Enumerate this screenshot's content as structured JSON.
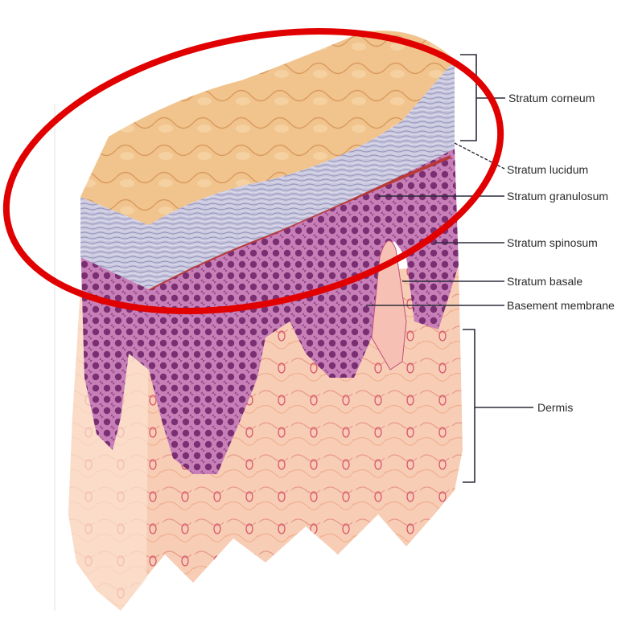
{
  "labels": {
    "stratum_corneum": "Stratum corneum",
    "stratum_lucidum": "Stratum lucidum",
    "stratum_granulosum": "Stratum granulosum",
    "stratum_spinosum": "Stratum spinosum",
    "stratum_basale": "Stratum basale",
    "basement_membrane": "Basement membrane",
    "dermis": "Dermis"
  },
  "colors": {
    "highlight_ellipse": "#e00000",
    "corneum_surface": "#f2c48a",
    "corneum_layers": "#b8b8d8",
    "epidermis_cells": "#8a3f7f",
    "dermis_tissue": "#f7c9b0"
  }
}
